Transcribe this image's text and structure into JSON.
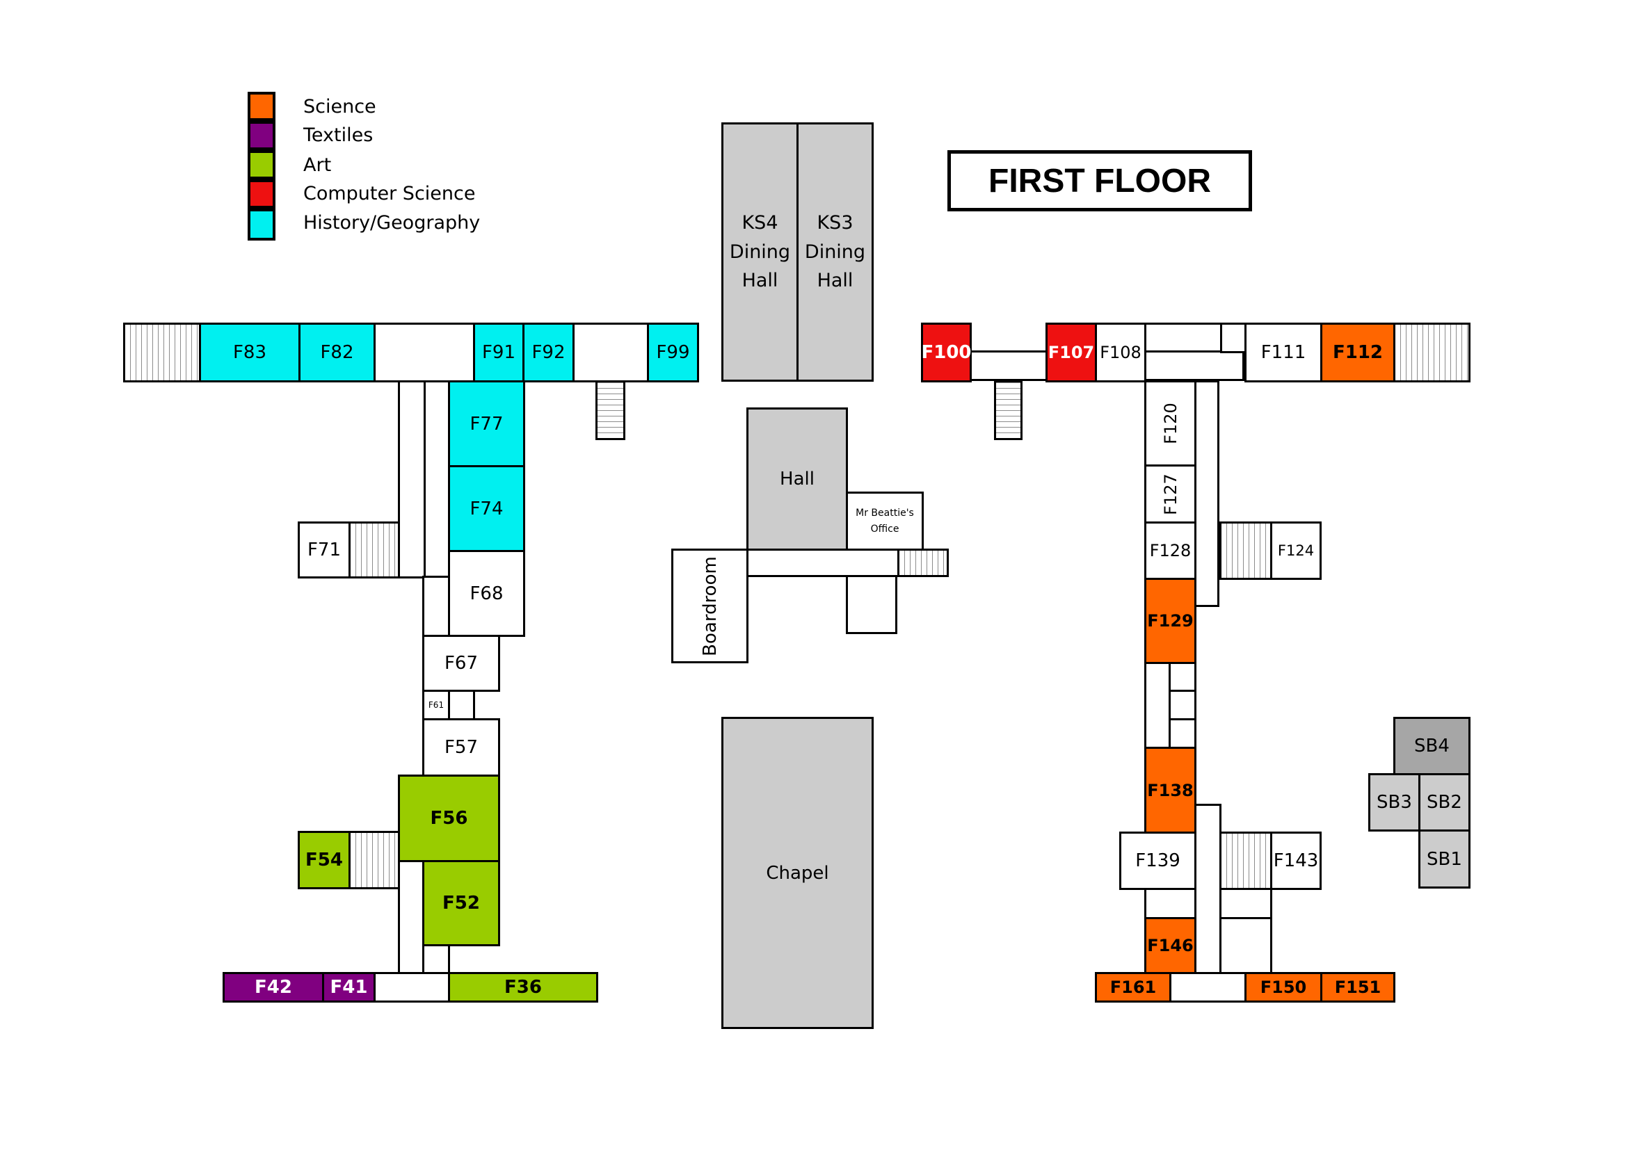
{
  "title": "FIRST FLOOR",
  "colors": {
    "science": "#ff6600",
    "textiles": "#800080",
    "art": "#99cc00",
    "computer_science": "#ee1111",
    "history_geography": "#00f0f0",
    "facility": "#cccccc"
  },
  "legend": [
    {
      "label": "Science",
      "color": "#ff6600"
    },
    {
      "label": "Textiles",
      "color": "#800080"
    },
    {
      "label": "Art",
      "color": "#99cc00"
    },
    {
      "label": "Computer Science",
      "color": "#ee1111"
    },
    {
      "label": "History/Geography",
      "color": "#00f0f0"
    }
  ],
  "rooms": {
    "f83": "F83",
    "f82": "F82",
    "f91": "F91",
    "f92": "F92",
    "f99": "F99",
    "f77": "F77",
    "f74": "F74",
    "f68": "F68",
    "f71": "F71",
    "f67": "F67",
    "f61": "F61",
    "f57": "F57",
    "f56": "F56",
    "f54": "F54",
    "f52": "F52",
    "f42": "F42",
    "f41": "F41",
    "f36": "F36",
    "ks4_line1": "KS4",
    "ks4_line2": "Dining",
    "ks4_line3": "Hall",
    "ks3_line1": "KS3",
    "ks3_line2": "Dining",
    "ks3_line3": "Hall",
    "hall": "Hall",
    "office_line1": "Mr Beattie's",
    "office_line2": "Office",
    "boardroom": "Boardroom",
    "chapel": "Chapel",
    "f100": "F100",
    "f107": "F107",
    "f108": "F108",
    "f111": "F111",
    "f112": "F112",
    "f120": "F120",
    "f127": "F127",
    "f128": "F128",
    "f124": "F124",
    "f129": "F129",
    "f138": "F138",
    "f139": "F139",
    "f143": "F143",
    "f146": "F146",
    "f161": "F161",
    "f150": "F150",
    "f151": "F151",
    "sb4": "SB4",
    "sb3": "SB3",
    "sb2": "SB2",
    "sb1": "SB1"
  }
}
